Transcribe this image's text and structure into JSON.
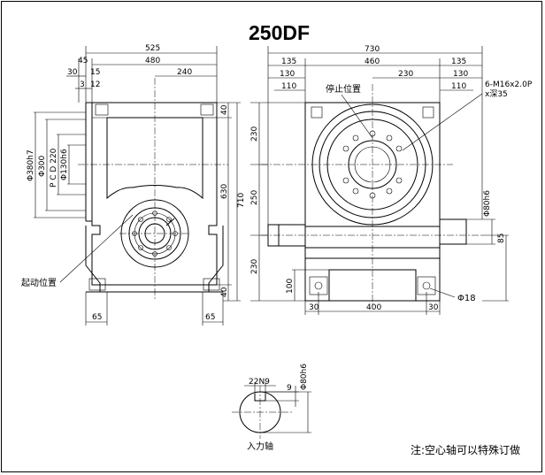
{
  "title": "250DF",
  "note": "注:空心轴可以特殊订做",
  "labels": {
    "start_position": "起动位置",
    "stop_position": "停止位置",
    "input_shaft": "入力轴",
    "bolt_spec_1": "6-M16x2.0P",
    "bolt_spec_2": "x深35",
    "foot_hole": "Φ18"
  },
  "left_view": {
    "top_dims": [
      "525",
      "480",
      "45",
      "30",
      "15",
      "240",
      "3",
      "12"
    ],
    "left_dims": [
      "Φ380h7",
      "Φ300",
      "P C D 220",
      "Φ130h6"
    ],
    "right_dims": [
      "40",
      "630",
      "710",
      "40"
    ],
    "bottom_dims": [
      "65",
      "65"
    ]
  },
  "right_view": {
    "top_dims": [
      "730",
      "135",
      "460",
      "135",
      "130",
      "230",
      "130",
      "110",
      "110"
    ],
    "left_dims": [
      "230",
      "250",
      "230",
      "100"
    ],
    "right_dims": [
      "Φ80h6",
      "85"
    ],
    "bottom_dims": [
      "30",
      "400",
      "30"
    ]
  },
  "shaft_section": {
    "dims": [
      "22N9",
      "9",
      "Φ80h6"
    ]
  }
}
